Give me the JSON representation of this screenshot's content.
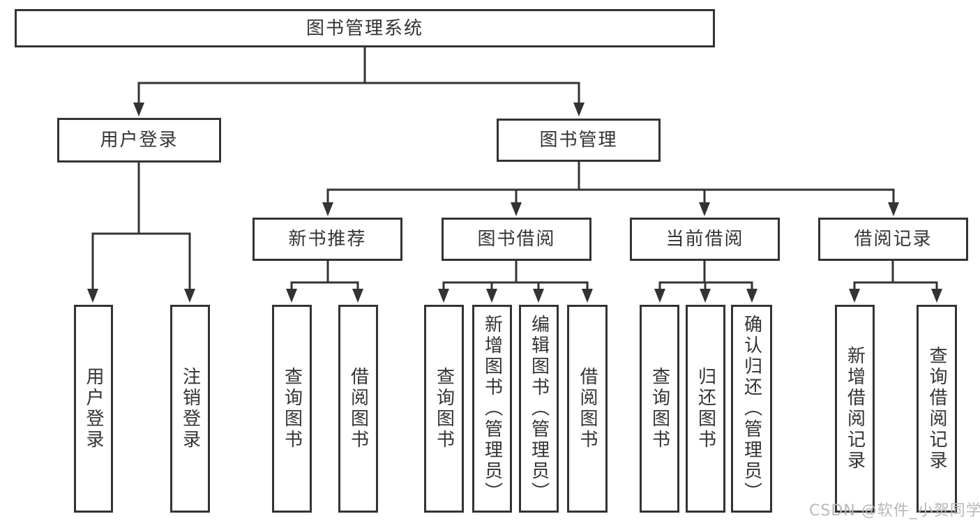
{
  "colors": {
    "line": "#333333",
    "box_border": "#333333",
    "text": "#333333",
    "background": "#ffffff",
    "watermark": "#b8b8b8"
  },
  "watermark": "CSDN @软件_小贺同学",
  "diagram": {
    "root": {
      "label": "图书管理系统"
    },
    "branches": [
      {
        "label": "用户登录",
        "children": [
          {
            "label": "用户登录"
          },
          {
            "label": "注销登录"
          }
        ]
      },
      {
        "label": "图书管理",
        "children": [
          {
            "label": "新书推荐",
            "children": [
              {
                "label": "查询图书"
              },
              {
                "label": "借阅图书"
              }
            ]
          },
          {
            "label": "图书借阅",
            "children": [
              {
                "label": "查询图书"
              },
              {
                "label": "新增图书（管理员）"
              },
              {
                "label": "编辑图书（管理员）"
              },
              {
                "label": "借阅图书"
              }
            ]
          },
          {
            "label": "当前借阅",
            "children": [
              {
                "label": "查询图书"
              },
              {
                "label": "归还图书"
              },
              {
                "label": "确认归还（管理员）"
              }
            ]
          },
          {
            "label": "借阅记录",
            "children": [
              {
                "label": "新增借阅记录"
              },
              {
                "label": "查询借阅记录"
              }
            ]
          }
        ]
      }
    ]
  }
}
